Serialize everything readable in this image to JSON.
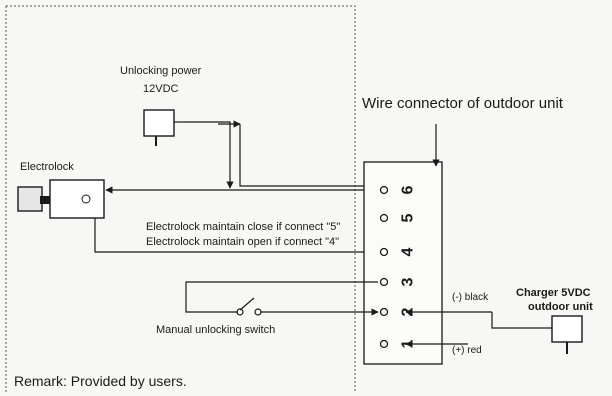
{
  "labels": {
    "unlocking_power_title": "Unlocking power",
    "unlocking_power_voltage": "12VDC",
    "electrolock": "Electrolock",
    "wire_connector": "Wire connector of outdoor unit",
    "maintain_close": "Electrolock maintain close if connect \"5\"",
    "maintain_open": "Electrolock maintain open if connect \"4\"",
    "manual_switch": "Manual unlocking switch",
    "charger_title": "Charger 5VDC",
    "charger_subtitle": "outdoor unit",
    "wire_black": "(-)  black",
    "wire_red": "(+)  red",
    "remark": "Remark: Provided by users."
  },
  "terminals": [
    "6",
    "5",
    "4",
    "3",
    "2",
    "1"
  ],
  "colors": {
    "ink": "#1a1a1a",
    "paper": "#f7f7f5"
  }
}
